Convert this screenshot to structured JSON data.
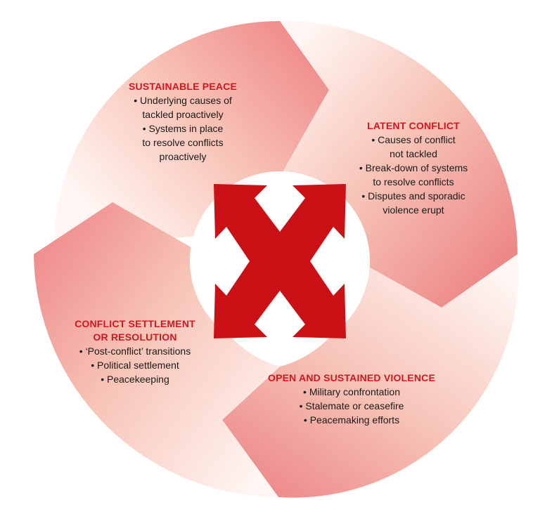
{
  "diagram": {
    "type": "conflict-cycle",
    "colors": {
      "segment_light": "#fdeeea",
      "segment_dark": "#ef8a89",
      "title_red": "#d4161e",
      "cross_red": "#cc1116",
      "center": "#ffffff"
    },
    "stages": [
      {
        "title": "SUSTAINABLE PEACE",
        "items": [
          "Underlying causes of",
          "tackled proactively",
          "Systems in place",
          "to resolve conflicts",
          "proactively"
        ],
        "bullets": [
          true,
          false,
          true,
          false,
          false
        ]
      },
      {
        "title": "LATENT CONFLICT",
        "items": [
          "Causes of conflict",
          "not tackled",
          "Break-down of systems",
          "to resolve conflicts",
          "Disputes and sporadic",
          "violence erupt"
        ],
        "bullets": [
          true,
          false,
          true,
          false,
          true,
          false
        ]
      },
      {
        "title": "OPEN AND SUSTAINED VIOLENCE",
        "items": [
          "Military confrontation",
          "Stalemate or ceasefire",
          "Peacemaking efforts"
        ],
        "bullets": [
          true,
          true,
          true
        ]
      },
      {
        "title_lines": [
          "CONFLICT SETTLEMENT",
          "OR RESOLUTION"
        ],
        "items": [
          "‘Post-conflict’ transitions",
          "Political settlement",
          "Peacekeeping"
        ],
        "bullets": [
          true,
          true,
          true
        ]
      }
    ],
    "center_icon": "red-x-arrows-icon"
  }
}
